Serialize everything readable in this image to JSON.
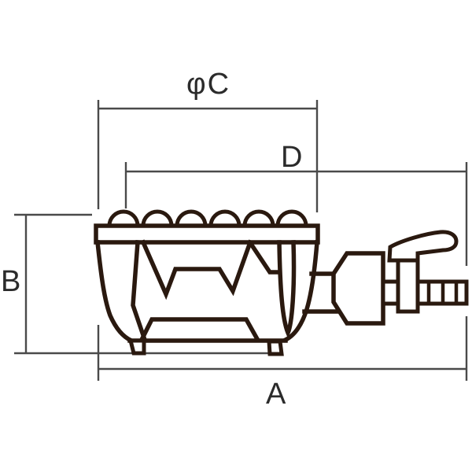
{
  "diagram": {
    "labels": {
      "top_diameter": "φC",
      "inner_depth": "D",
      "height": "B",
      "overall_width": "A"
    },
    "colors": {
      "outline": "#2a190f",
      "dimension_line": "#4a4a4a",
      "label_text": "#2b2b2b",
      "background": "#ffffff"
    }
  }
}
